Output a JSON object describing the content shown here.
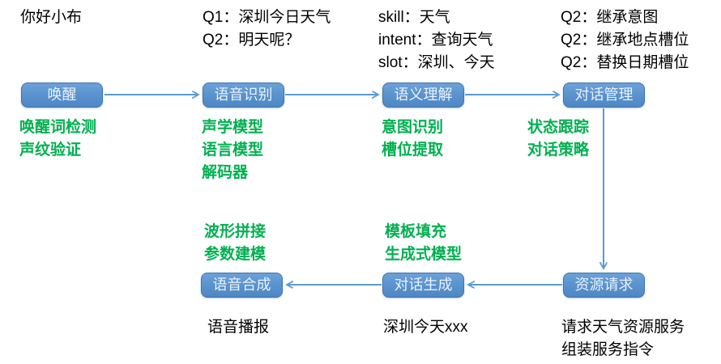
{
  "diagram_title": "voice-assistant-dialogue-pipeline",
  "colors": {
    "box_fill": "#5B94CE",
    "box_border": "#3E74AE",
    "box_text": "#EAF1F9",
    "arrow": "#5B9BD5",
    "green_text": "#00B050",
    "black_text": "#000000",
    "background": "#FFFFFF"
  },
  "nodes": {
    "wake": {
      "label": "唤醒"
    },
    "asr": {
      "label": "语音识别"
    },
    "nlu": {
      "label": "语义理解"
    },
    "dm": {
      "label": "对话管理"
    },
    "tts": {
      "label": "语音合成"
    },
    "nlg": {
      "label": "对话生成"
    },
    "resource": {
      "label": "资源请求"
    }
  },
  "flow": [
    "wake → asr",
    "asr → nlu",
    "nlu → dm",
    "dm ↓ resource",
    "resource → nlg",
    "nlg → tts"
  ],
  "notes": {
    "wake_input": "你好小布",
    "asr_questions": [
      "Q1：深圳今日天气",
      "Q2：明天呢？"
    ],
    "nlu_result": [
      "skill：天气",
      "intent：查询天气",
      "slot：深圳、今天"
    ],
    "dm_result": [
      "Q2：继承意图",
      "Q2：继承地点槽位",
      "Q2：替换日期槽位"
    ],
    "wake_green": [
      "唤醒词检测",
      "声纹验证"
    ],
    "asr_green": [
      "声学模型",
      "语言模型",
      "解码器"
    ],
    "nlu_green": [
      "意图识别",
      "槽位提取"
    ],
    "dm_green": [
      "状态跟踪",
      "对话策略"
    ],
    "tts_green": [
      "波形拼接",
      "参数建模"
    ],
    "nlg_green": [
      "模板填充",
      "生成式模型"
    ],
    "tts_output": "语音播报",
    "nlg_output": "深圳今天xxx",
    "resource_output": [
      "请求天气资源服务",
      "组装服务指令"
    ]
  }
}
